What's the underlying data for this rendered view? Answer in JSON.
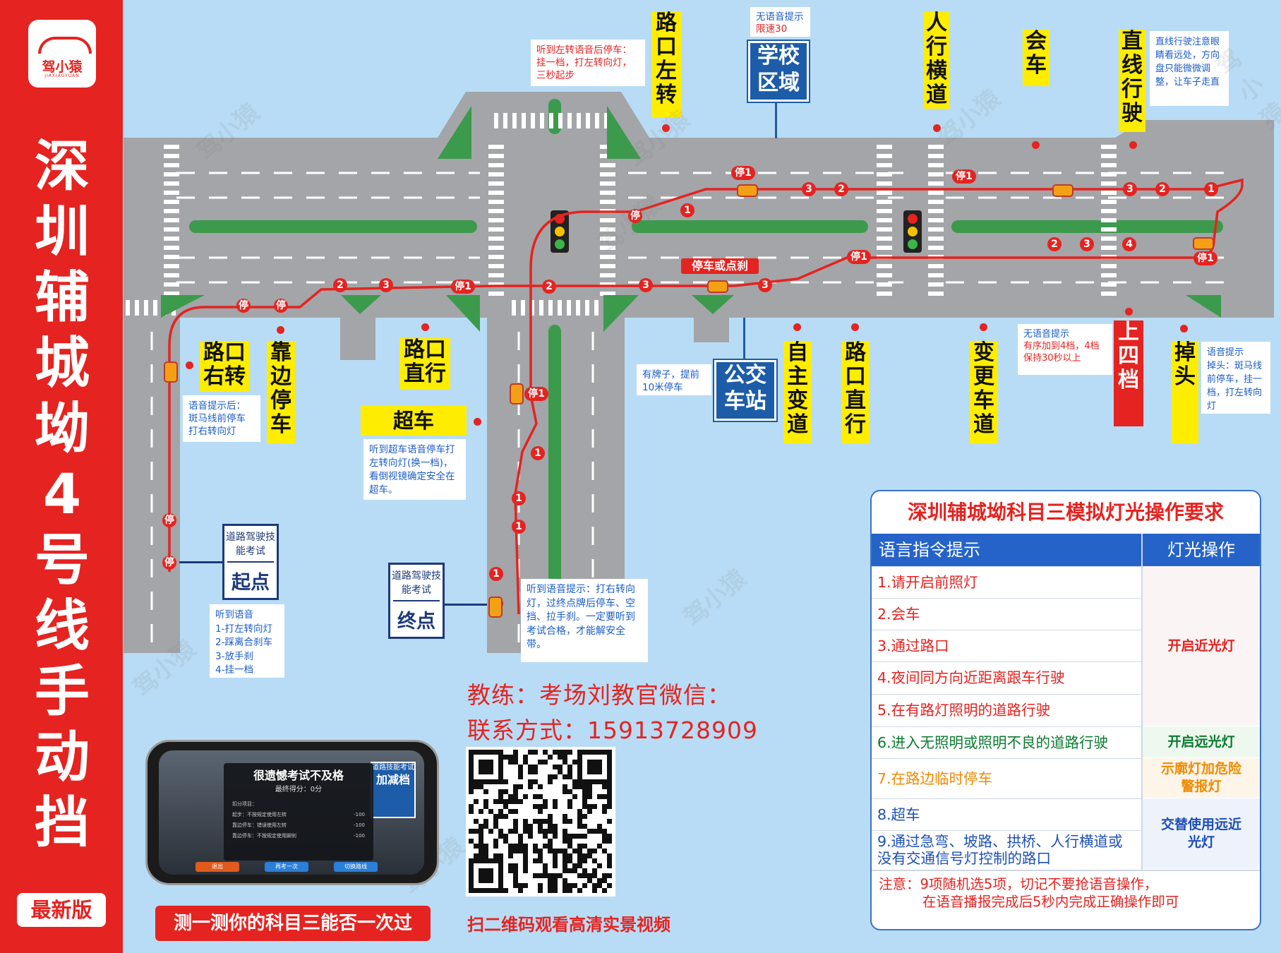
{
  "brand": {
    "name": "驾小猿",
    "sub": "JIAXIAOYUAN"
  },
  "title": "深圳辅城坳4号线手动挡",
  "badge_new": "最新版",
  "labels": {
    "turn_left": "路口左转",
    "school_zone": "学校区域",
    "crosswalk": "人行横道",
    "meet_car": "会车",
    "straight_drive": "直线行驶",
    "turn_right": "路口右转",
    "pull_over": "靠边停车",
    "straight_intersection": "路口直行",
    "overtake": "超车",
    "bus_stop": "公交车站",
    "self_lane_change": "自主变道",
    "straight_intersection2": "路口直行",
    "change_lane": "变更车道",
    "shift_fourth": "上四档",
    "u_turn": "掉头"
  },
  "notes": {
    "left_turn_voice": "听到左转语音后停车：挂一档，打左转向灯，三秒起步",
    "school_voice": "无语音提示",
    "school_speed": "限速30",
    "straight_drive_note": "直线行驶注意眼睛看远处，方向盘只能微微调整，让车子走直",
    "right_turn_note": "语音提示后：斑马线前停车打右转向灯",
    "overtake_note": "听到超车语音停车打左转向灯(换一档)，看倒视镜确定安全在超车。",
    "bus_note": "有牌子，提前10米停车",
    "fourth_voice": "无语音提示",
    "fourth_note": "有序加到4档，4档保持30秒以上",
    "uturn_voice": "语音提示",
    "uturn_note": "掉头：斑马线前停车，挂一档，打左转向灯",
    "start_voice": "听到语音",
    "start_steps": [
      "1-打左转向灯",
      "2-踩离合刹车",
      "3-放手刹",
      "4-挂一档"
    ],
    "end_note": "听到语音提示：打右转向灯，过终点牌后停车、空挡、拉手刹。一定要听到考试合格，才能解安全带。",
    "stop_or_brake": "停车或点刹"
  },
  "signs": {
    "start_top": "道路驾驶技能考试",
    "start_bottom": "起点",
    "end_top": "道路驾驶技能考试",
    "end_bottom": "终点"
  },
  "markers": {
    "stop": "停",
    "stop1": "停1",
    "one": "1",
    "two": "2",
    "three": "3",
    "four": "4"
  },
  "contact": {
    "coach": "教练：考场刘教官微信：",
    "phone": "联系方式：15913728909",
    "qr_caption": "扫二维码观看高清实景视频"
  },
  "phone_mock": {
    "title": "很遗憾考试不及格",
    "score": "最终得分：0分",
    "deduct_title": "扣分项目：",
    "deduct_rows": [
      {
        "item": "起步：不按规定使用左转",
        "pts": "-100"
      },
      {
        "item": "靠边停车：错误使用左转",
        "pts": "-100"
      },
      {
        "item": "靠边停车：不按规定使用脚刹",
        "pts": "-100"
      }
    ],
    "btn_exit": "退出",
    "btn_retry": "再考一次",
    "btn_switch": "切换路线",
    "sign_top": "道路技能考试",
    "sign_bottom": "加减档"
  },
  "test_button": "测一测你的科目三能否一次过",
  "panel": {
    "title": "深圳辅城坳科目三模拟灯光操作要求",
    "col1": "语言指令提示",
    "col2": "灯光操作",
    "rows": [
      "1.请开启前照灯",
      "2.会车",
      "3.通过路口",
      "4.夜间同方向近距离跟车行驶",
      "5.在有路灯照明的道路行驶",
      "6.进入无照明或照明不良的道路行驶",
      "7.在路边临时停车",
      "8.超车",
      "9.通过急弯、坡路、拱桥、人行横道或没有交通信号灯控制的路口"
    ],
    "ops": [
      "开启近光灯",
      "开启远光灯",
      "示廓灯加危险警报灯",
      "交替使用远近光灯"
    ],
    "note_line1": "注意：9项随机选5项，切记不要抢语音操作，",
    "note_line2": "在语音播报完成后5秒内完成正确操作即可"
  },
  "watermark": "驾小猿",
  "colors": {
    "red": "#e52320",
    "yellow": "#ffed00",
    "blue": "#1d5ca8",
    "road": "#a3a5a8",
    "sky": "#b8dcf5",
    "green_op": "#0a7a30",
    "orange_op": "#f08a00"
  }
}
